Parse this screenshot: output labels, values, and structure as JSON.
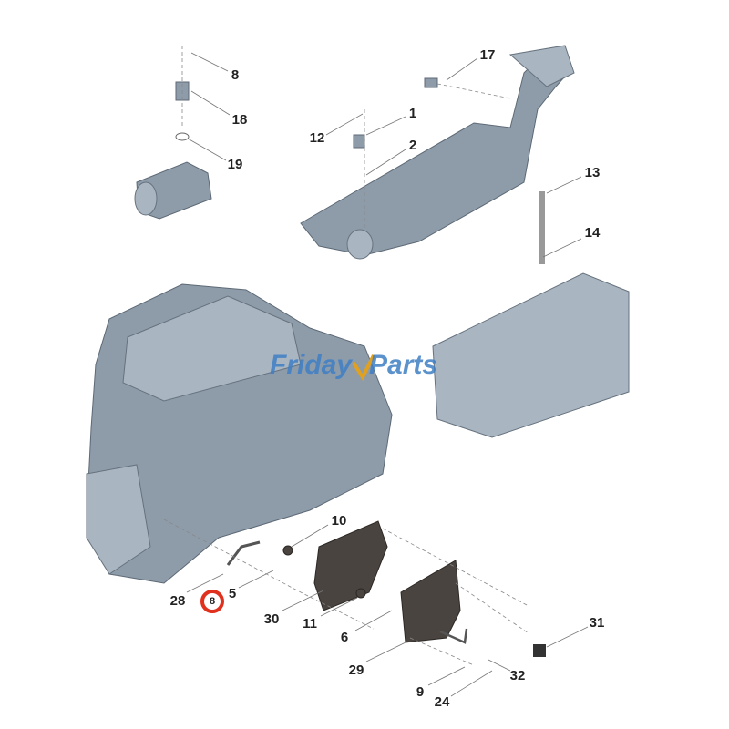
{
  "watermark": {
    "text_left": "Friday",
    "text_right": "Parts",
    "color": "#3f7fc4",
    "accent": "#e0a020"
  },
  "highlight_color": "#e0301e",
  "callouts": [
    {
      "id": "8",
      "label": "8"
    },
    {
      "id": "18",
      "label": "18"
    },
    {
      "id": "19",
      "label": "19"
    },
    {
      "id": "17",
      "label": "17"
    },
    {
      "id": "1",
      "label": "1"
    },
    {
      "id": "12",
      "label": "12"
    },
    {
      "id": "2",
      "label": "2"
    },
    {
      "id": "13",
      "label": "13"
    },
    {
      "id": "14",
      "label": "14"
    },
    {
      "id": "10",
      "label": "10"
    },
    {
      "id": "28",
      "label": "28"
    },
    {
      "id": "5",
      "label": "5"
    },
    {
      "id": "30",
      "label": "30"
    },
    {
      "id": "11",
      "label": "11"
    },
    {
      "id": "6",
      "label": "6"
    },
    {
      "id": "29",
      "label": "29"
    },
    {
      "id": "31",
      "label": "31"
    },
    {
      "id": "32",
      "label": "32"
    },
    {
      "id": "9",
      "label": "9"
    },
    {
      "id": "24",
      "label": "24"
    }
  ]
}
